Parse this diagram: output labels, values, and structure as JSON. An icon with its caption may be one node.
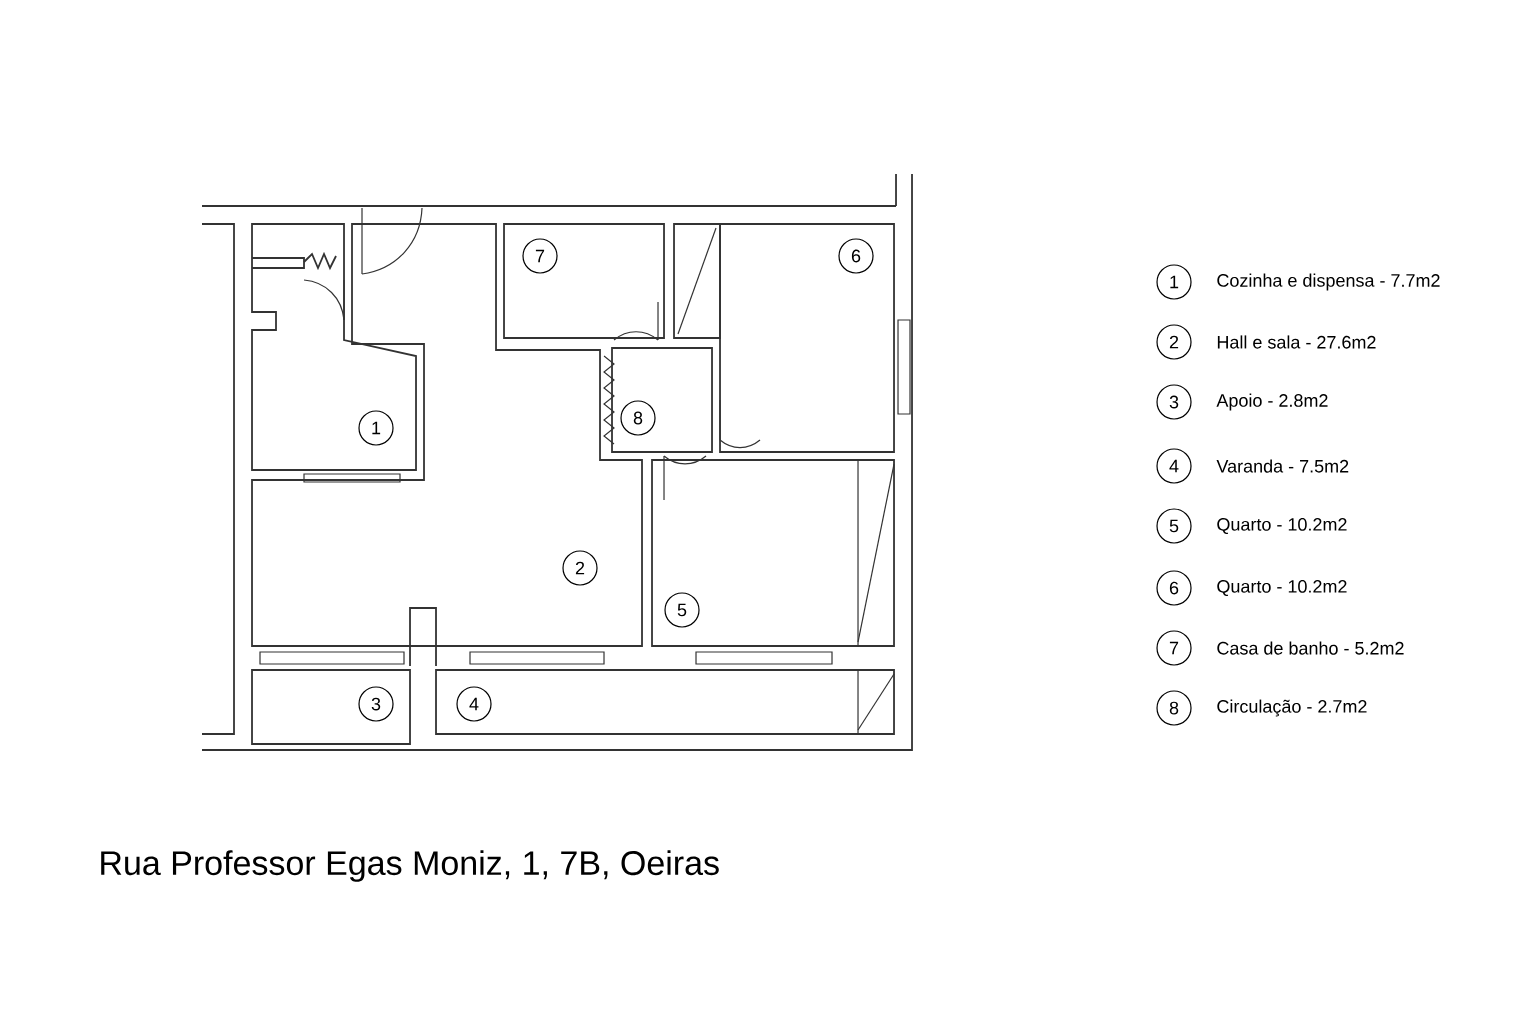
{
  "diagram": {
    "caption": "Rua Professor Egas Moniz, 1, 7B, Oeiras",
    "nodes": [
      {
        "text": [
          "1"
        ]
      },
      {
        "text": [
          "2"
        ]
      },
      {
        "text": [
          "3"
        ]
      },
      {
        "text": [
          "4"
        ]
      },
      {
        "text": [
          "5"
        ]
      },
      {
        "text": [
          "6"
        ]
      },
      {
        "text": [
          "7"
        ]
      },
      {
        "text": [
          "8"
        ]
      },
      {
        "text": [
          "1"
        ],
        "beside": [
          "Cozinha e dispensa - 7.7m2"
        ]
      },
      {
        "text": [
          "2"
        ],
        "beside": [
          "Hall e sala - 27.6m2"
        ]
      },
      {
        "text": [
          "3"
        ],
        "beside": [
          "Apoio - 2.8m2"
        ]
      },
      {
        "text": [
          "4"
        ],
        "beside": [
          "Varanda - 7.5m2"
        ]
      },
      {
        "text": [
          "5"
        ],
        "beside": [
          "Quarto - 10.2m2"
        ]
      },
      {
        "text": [
          "6"
        ],
        "beside": [
          "Quarto - 10.2m2"
        ]
      },
      {
        "text": [
          "7"
        ],
        "beside": [
          "Casa de banho - 5.2m2"
        ]
      },
      {
        "text": [
          "8"
        ],
        "beside": [
          "Circulação - 2.7m2"
        ]
      }
    ],
    "edges": []
  }
}
